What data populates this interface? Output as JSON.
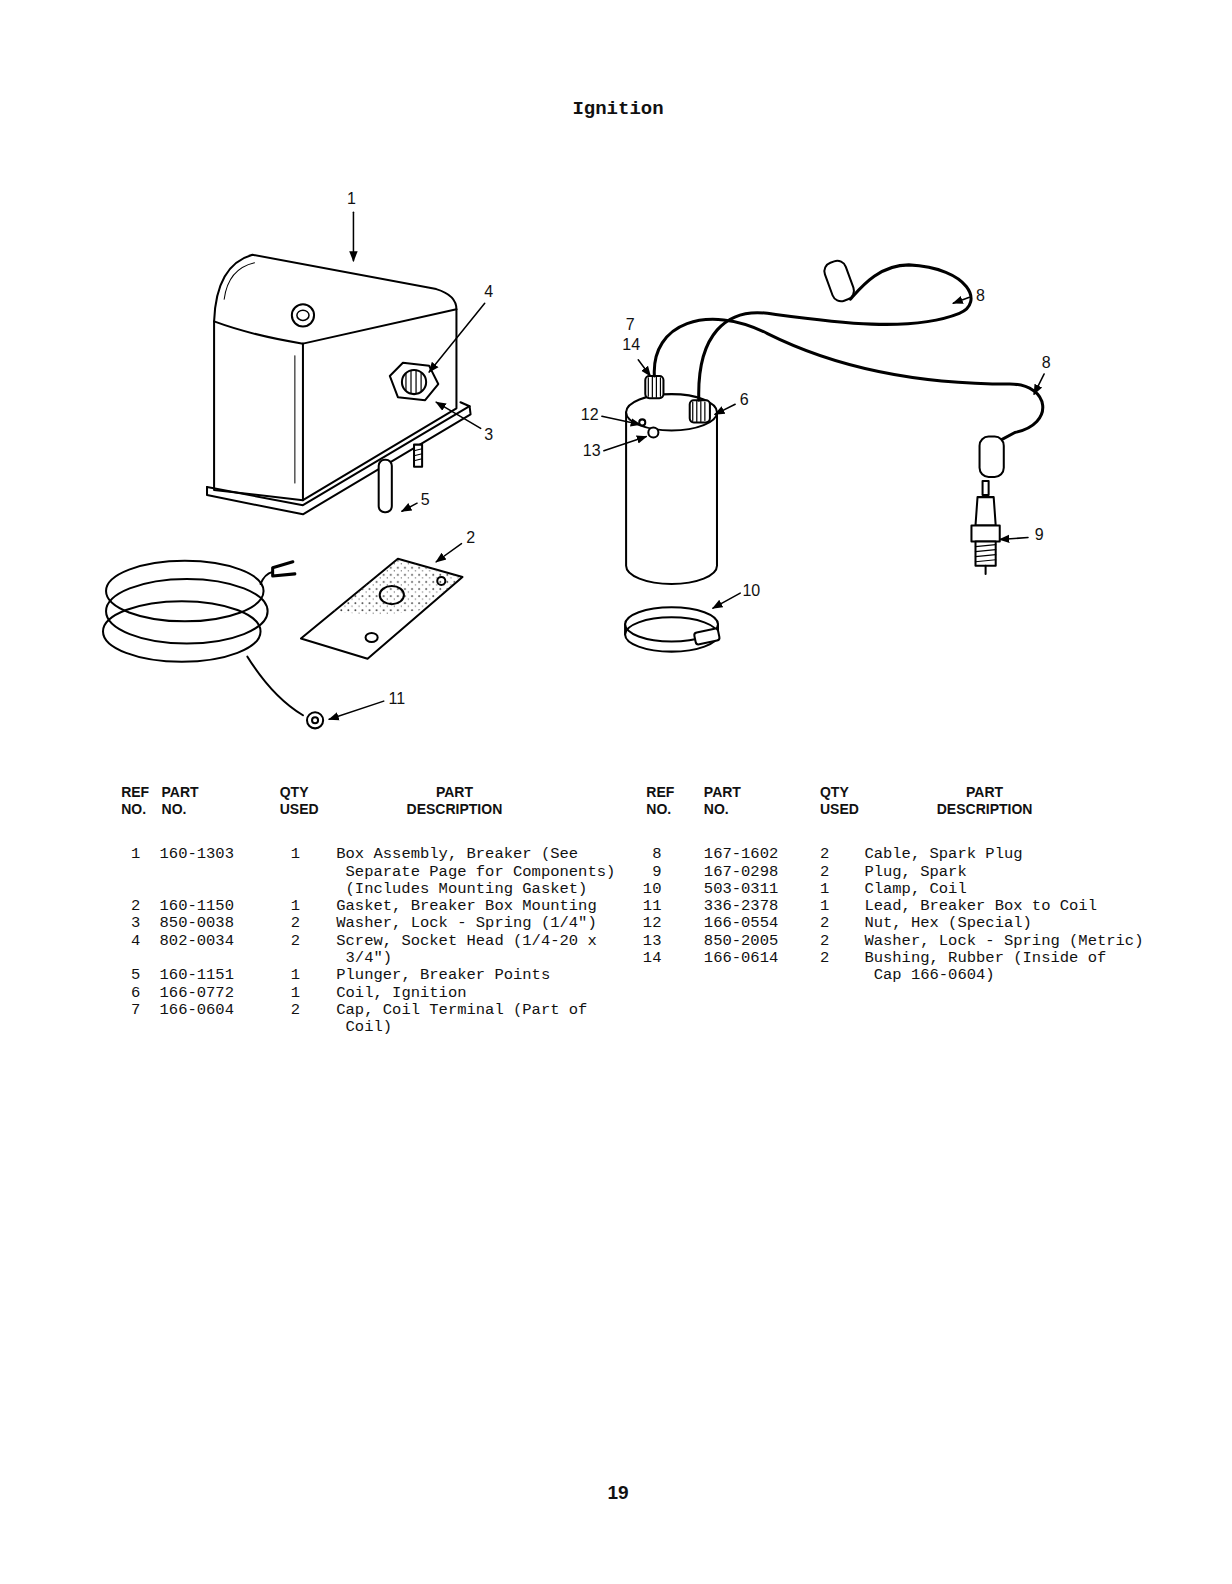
{
  "diagram": {
    "title": "Ignition",
    "labels": [
      "1",
      "4",
      "3",
      "5",
      "2",
      "11",
      "7",
      "14",
      "12",
      "13",
      "6",
      "8",
      "8",
      "9",
      "10",
      "REF NO.",
      "PART NO.",
      "QTY USED",
      "PART DESCRIPTION",
      "REF NO.",
      "PART NO.",
      "QTY USED",
      "PART DESCRIPTION",
      "1",
      "160-1303",
      "1",
      "Box Assembly, Breaker (See Separate Page for Components) (Includes Mounting Gasket)",
      "2",
      "160-1150",
      "1",
      "Gasket, Breaker Box Mounting",
      "3",
      "850-0038",
      "2",
      "Washer, Lock - Spring (1/4\")",
      "4",
      "802-0034",
      "2",
      "Screw, Socket Head (1/4-20 x 3/4\")",
      "5",
      "160-1151",
      "1",
      "Plunger, Breaker Points",
      "6",
      "166-0772",
      "1",
      "Coil, Ignition",
      "7",
      "166-0604",
      "2",
      "Cap, Coil Terminal (Part of Coil)",
      "8",
      "167-1602",
      "2",
      "Cable, Spark Plug",
      "9",
      "167-0298",
      "2",
      "Plug, Spark",
      "10",
      "503-0311",
      "1",
      "Clamp, Coil",
      "11",
      "336-2378",
      "1",
      "Lead, Breaker Box to Coil",
      "12",
      "166-0554",
      "2",
      "Nut, Hex (Special)",
      "13",
      "850-2005",
      "2",
      "Washer, Lock - Spring (Metric)",
      "14",
      "166-0614",
      "2",
      "Bushing, Rubber (Inside of Cap 166-0604)",
      "19"
    ]
  }
}
